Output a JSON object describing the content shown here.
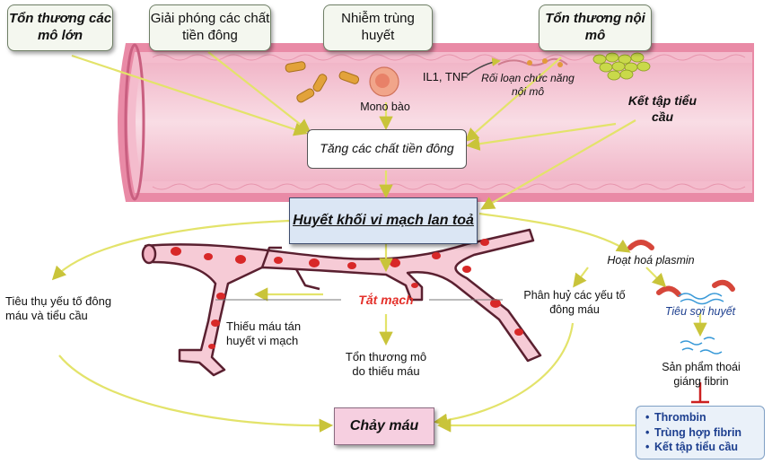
{
  "top": {
    "major_injury": "Tổn thương các mô lớn",
    "procoagulant_release": "Giải phóng các chất tiền đông",
    "sepsis": "Nhiễm trùng huyết",
    "endothelial_injury": "Tổn thương nội mô"
  },
  "vessel": {
    "cytokines": "IL1, TNF",
    "monocyte": "Mono bào",
    "endothelial_dysfunction": "Rối loạn chức năng nội mô",
    "platelet_aggregation": "Kết tập tiểu cầu"
  },
  "increase_procoagulants": "Tăng các chất tiền đông",
  "dic": "Huyết khối vi mạch lan toả",
  "plasmin_activation": "Hoạt hoá plasmin",
  "consumption": "Tiêu thụ yếu tố đông máu và tiểu cầu",
  "vessel_occlusion": "Tắt mạch",
  "microangiopathic_hemolysis": "Thiếu máu tán huyết vi mạch",
  "ischemic_tissue_damage": "Tổn thương mô do thiếu máu",
  "factor_degradation": "Phân huỷ các yếu tố đông máu",
  "fibrinolysis": "Tiêu sợi huyết",
  "fdp": "Sản phẩm thoái giáng fibrin",
  "bleeding": "Chảy máu",
  "inhibited": [
    "Thrombin",
    "Trùng hợp fibrin",
    "Kết tập tiểu cầu"
  ],
  "colors": {
    "arrow": "#e3e36a",
    "vessel_wall": "#ea8fa8",
    "vessel_lumen": "#f7d2dd",
    "clot": "#d82828",
    "inhibit": "#cc2020"
  }
}
